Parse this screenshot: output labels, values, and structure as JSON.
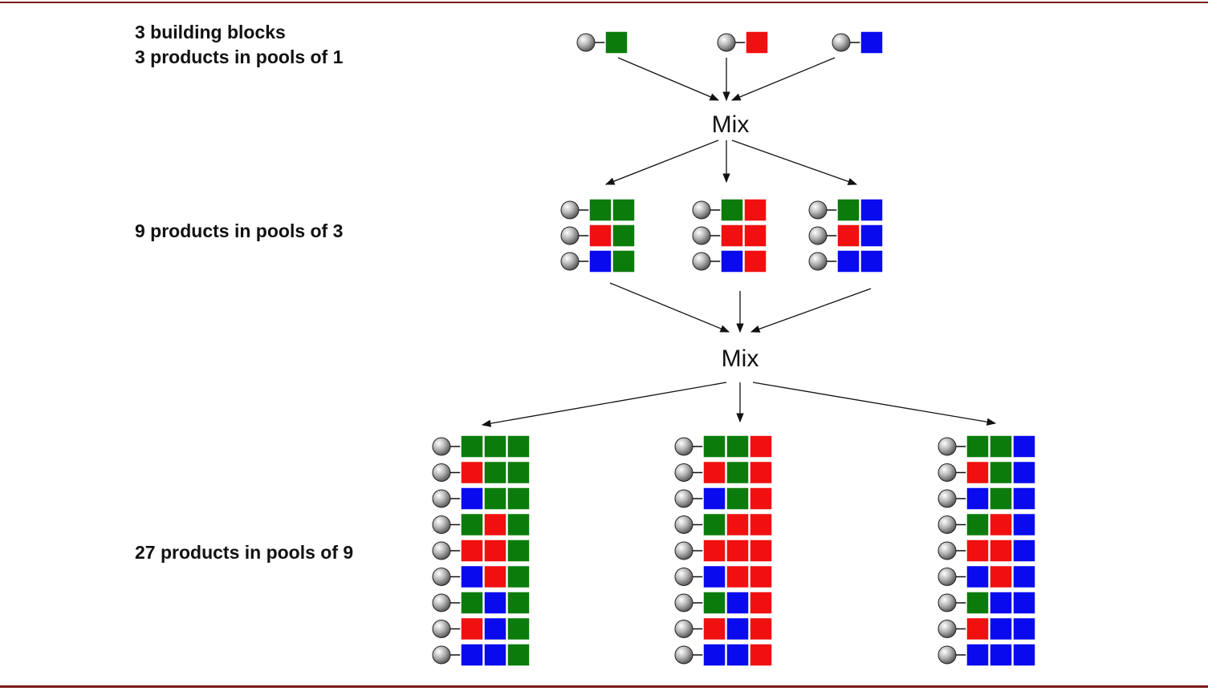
{
  "labels": {
    "line1": "3 building blocks",
    "line2": "3 products in pools of 1",
    "line3": "9 products in pools of 3",
    "line4": "27 products in pools of 9"
  },
  "mix_label": "Mix",
  "colors": {
    "G": "#0b7c0b",
    "R": "#f01010",
    "B": "#0a0aee",
    "frame": "#7a1b1b"
  },
  "pools": {
    "level1": [
      [
        "G"
      ],
      [
        "R"
      ],
      [
        "B"
      ]
    ],
    "level2": [
      [
        "GG",
        "RG",
        "BG"
      ],
      [
        "GR",
        "RR",
        "BR"
      ],
      [
        "GB",
        "RB",
        "BB"
      ]
    ],
    "level3": [
      [
        "GGG",
        "RGG",
        "BGG",
        "GRG",
        "RRG",
        "BRG",
        "GBG",
        "RBG",
        "BBG"
      ],
      [
        "GGR",
        "RGR",
        "BGR",
        "GRR",
        "RRR",
        "BRR",
        "GBR",
        "RBR",
        "BBR"
      ],
      [
        "GGB",
        "RGB",
        "BGB",
        "GRB",
        "RRB",
        "BRB",
        "GBB",
        "RBB",
        "BBB"
      ]
    ]
  }
}
